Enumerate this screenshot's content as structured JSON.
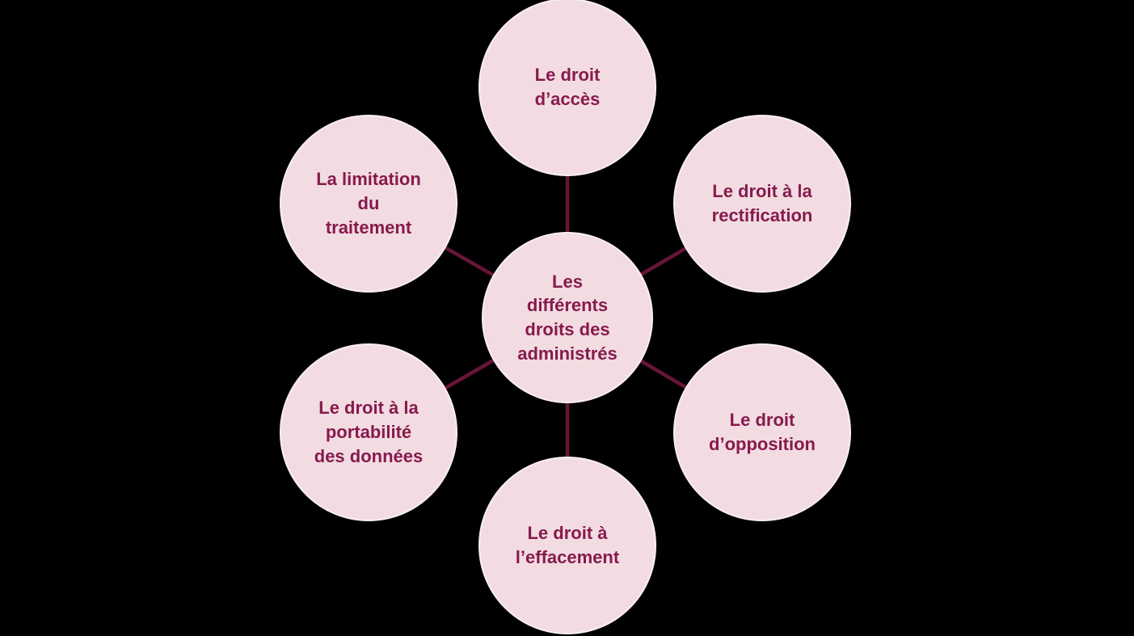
{
  "diagram": {
    "title": "Les différents droits des administrés",
    "center": {
      "label": "Les différents droits des administrés"
    },
    "nodes": {
      "top": {
        "label": "Le droit d’accès"
      },
      "top_right": {
        "label": "Le droit à la rectification"
      },
      "bottom_right": {
        "label": "Le droit d’opposition"
      },
      "bottom": {
        "label": "Le droit à l’effacement"
      },
      "bottom_left": {
        "label": "Le droit à la portabilité des données"
      },
      "top_left": {
        "label": "La limitation du traitement"
      }
    },
    "colors": {
      "background": "#000000",
      "node_fill": "#f2dce1",
      "node_border": "#f9eef1",
      "text": "#871a4d",
      "connector": "#671539"
    }
  }
}
